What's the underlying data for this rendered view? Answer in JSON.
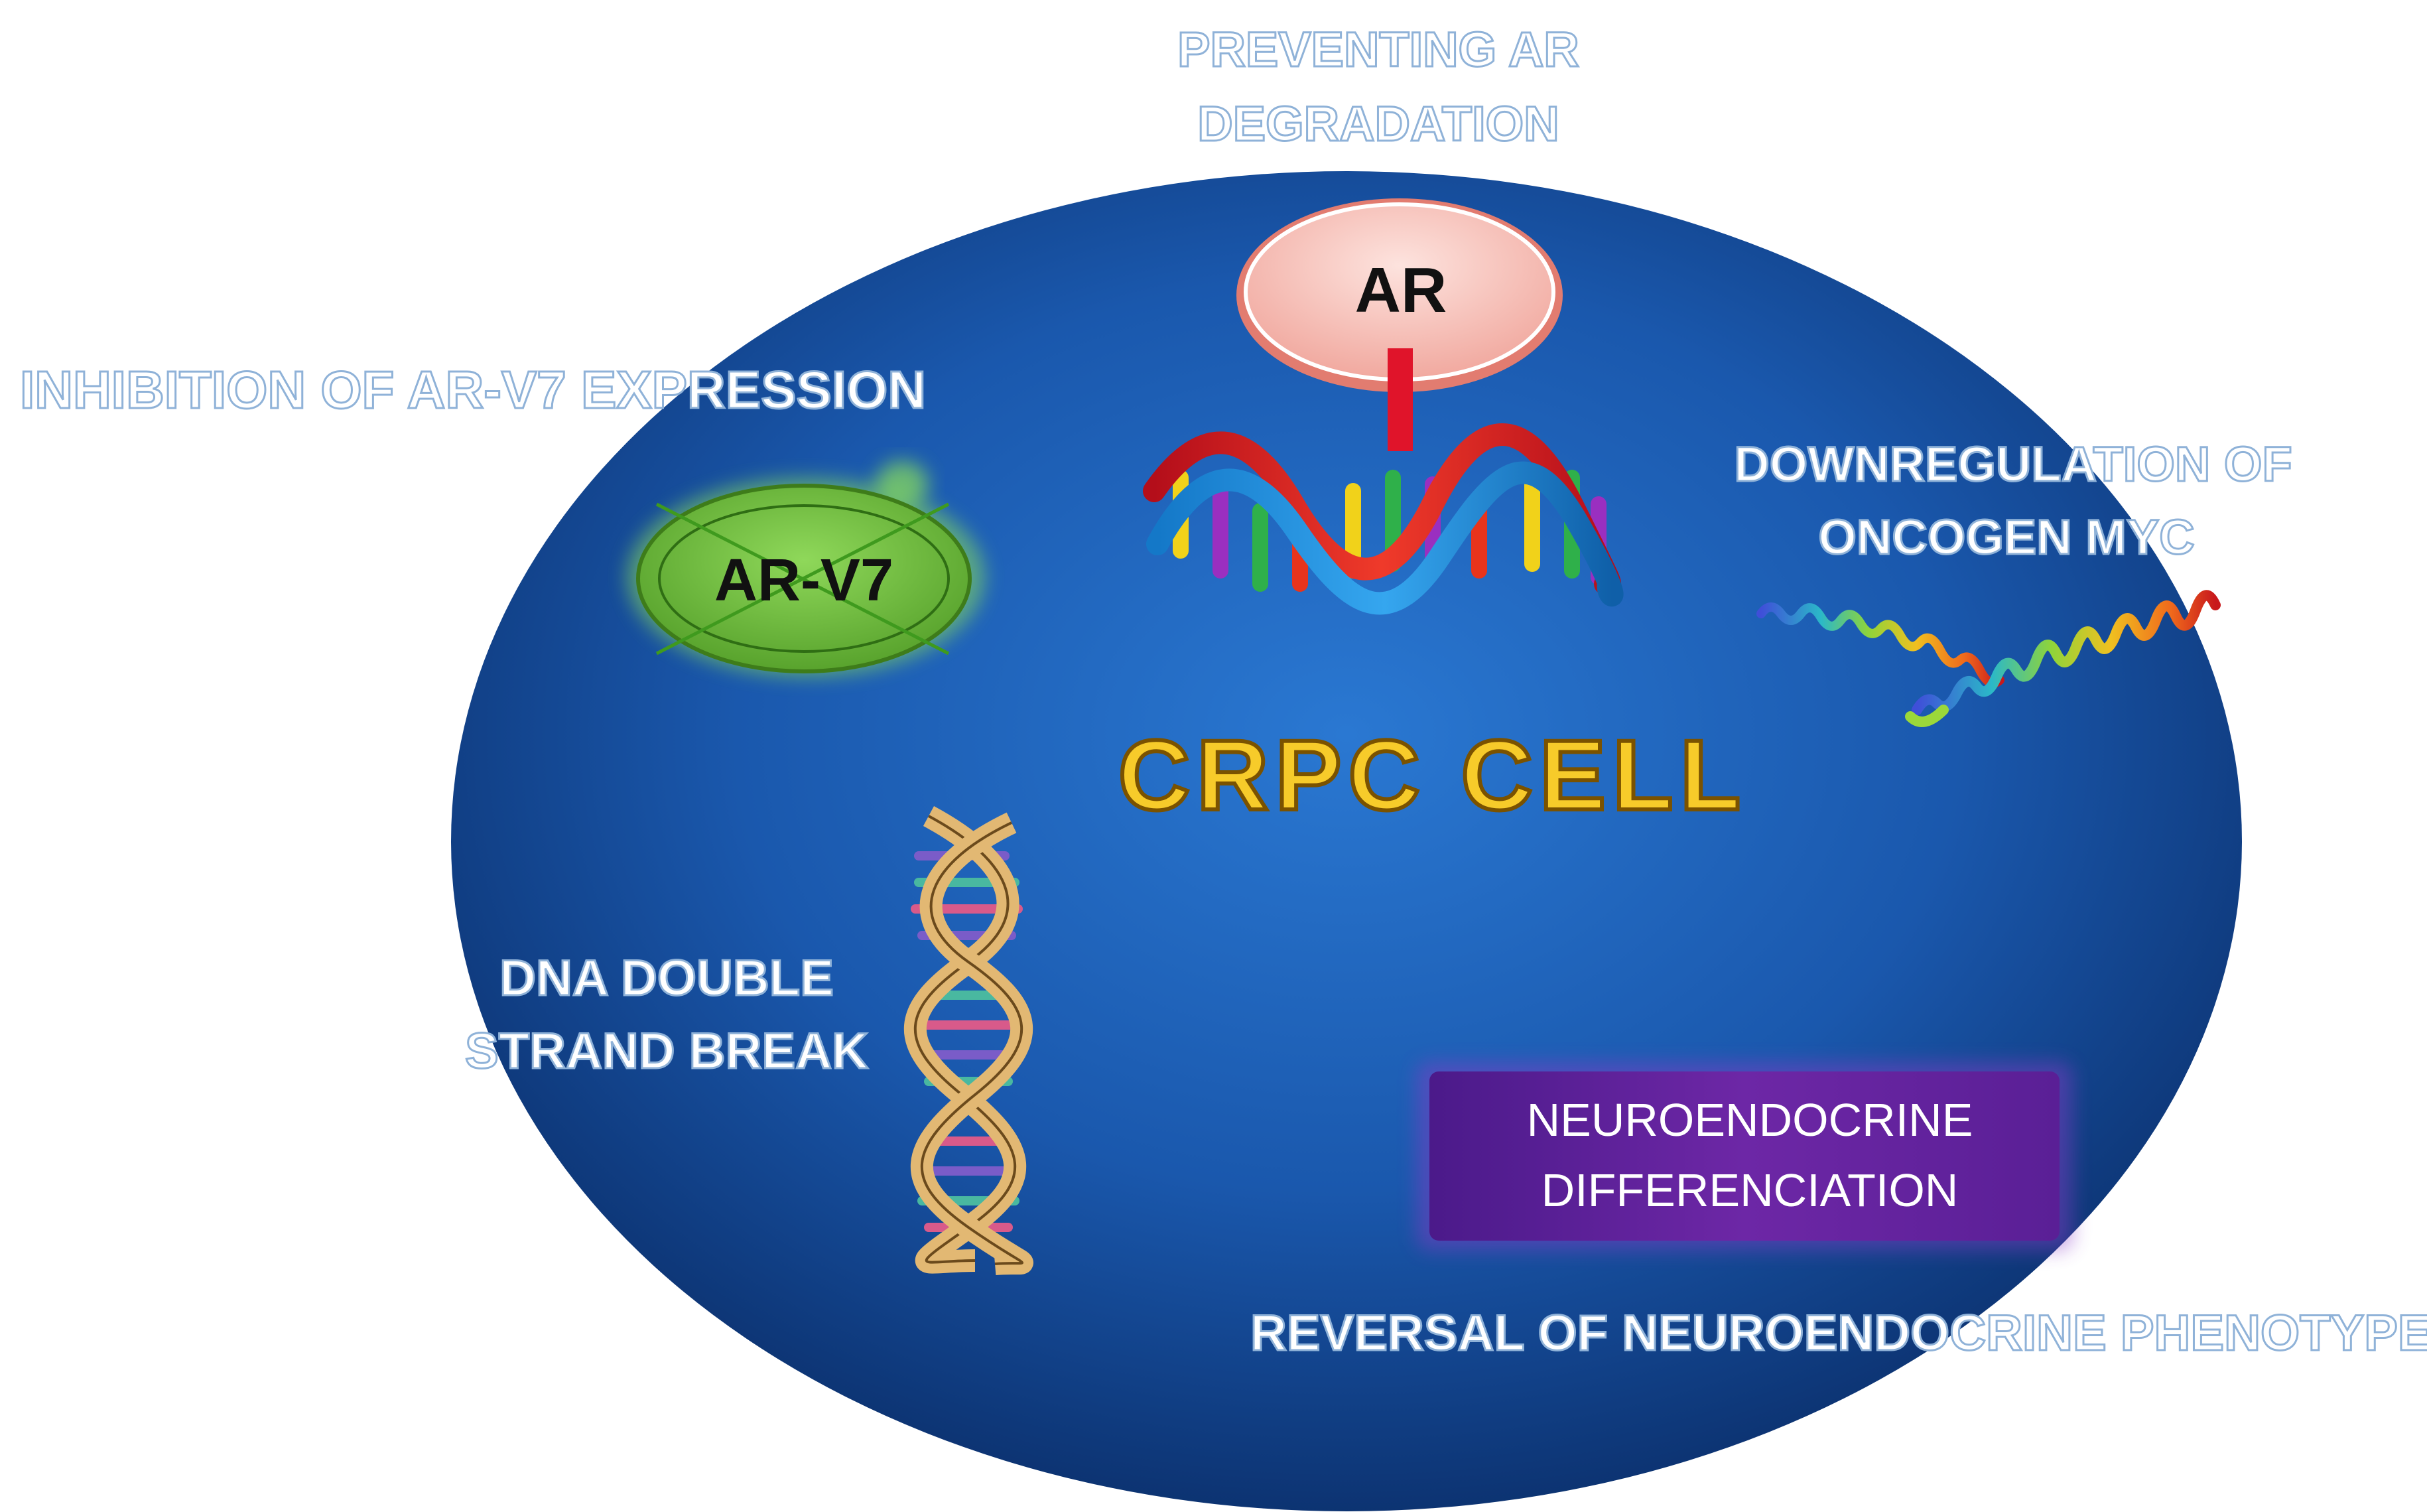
{
  "diagram": {
    "cell_title": "CRPC CELL",
    "labels": {
      "preventing_ar_line1": "PREVENTING AR",
      "preventing_ar_line2": "DEGRADATION",
      "inhibition_arv7": "INHIBITION OF AR-V7 EXPRESSION",
      "downregulation_line1": "DOWNREGULATION OF",
      "downregulation_line2": "ONCOGEN MYC",
      "dna_break_line1": "DNA DOUBLE",
      "dna_break_line2": "STRAND BREAK",
      "reversal": "REVERSAL OF NEUROENDOCRINE PHENOTYPE"
    },
    "ar_oval": {
      "label": "AR"
    },
    "arv7_oval": {
      "label": "AR-V7"
    },
    "neuro_box": {
      "line1": "NEUROENDOCRINE",
      "line2": "DIFFERENCIATION"
    }
  },
  "colors": {
    "cell_dark": "#0b2f6e",
    "cell_mid": "#1a5fb8",
    "cell_light": "#2f7fd6",
    "outline_label_fill": "#ffffff",
    "outline_label_stroke": "#8fb2d8",
    "title_fill": "#f7cb2a",
    "title_stroke": "#7a5200",
    "ar_fill": "#f7b9b0",
    "ar_red": "#e0142a",
    "arv7_fill": "#6cbf3c",
    "neuro_fill": "#6a25a0",
    "dna_gold": "#e2b873"
  },
  "icons": [
    "ar-receptor-icon",
    "dna-helix-icon",
    "myc-protein-helix-icon",
    "dna-double-strand-icon"
  ]
}
